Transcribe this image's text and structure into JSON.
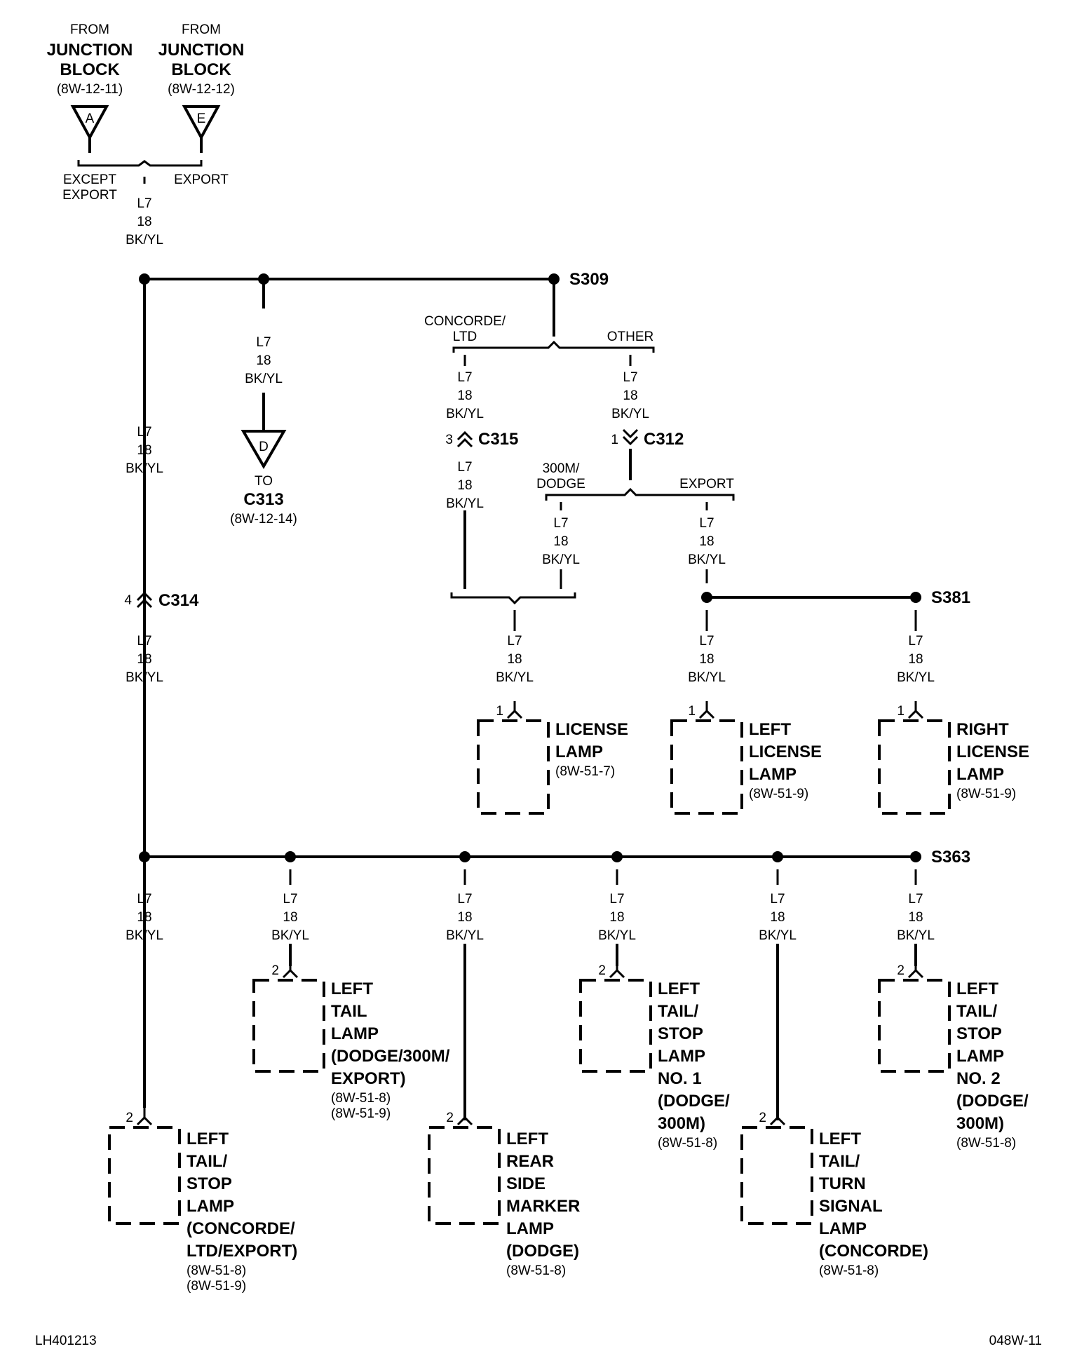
{
  "sources": [
    {
      "from": "FROM",
      "name1": "JUNCTION",
      "name2": "BLOCK",
      "ref": "(8W-12-11)",
      "letter": "A",
      "branch": "EXCEPT\nEXPORT"
    },
    {
      "from": "FROM",
      "name1": "JUNCTION",
      "name2": "BLOCK",
      "ref": "(8W-12-12)",
      "letter": "E",
      "branch": "EXPORT"
    }
  ],
  "wire": {
    "circuit": "L7",
    "gauge": "18",
    "color": "BK/YL"
  },
  "splices": {
    "s309": "S309",
    "s381": "S381",
    "s363": "S363"
  },
  "connectors": {
    "c313": {
      "letter": "D",
      "to": "TO",
      "name": "C313",
      "ref": "(8W-12-14)"
    },
    "c315": {
      "pin": "3",
      "name": "C315"
    },
    "c312": {
      "pin": "1",
      "name": "C312"
    },
    "c314": {
      "pin": "4",
      "name": "C314"
    }
  },
  "branches": {
    "concorde_ltd": "CONCORDE/\nLTD",
    "other": "OTHER",
    "dodge_300m": "300M/\nDODGE",
    "export": "EXPORT"
  },
  "components": [
    {
      "id": "license-lamp",
      "pin": "1",
      "label": "LICENSE\nLAMP",
      "refs": "(8W-51-7)"
    },
    {
      "id": "left-license-lamp",
      "pin": "1",
      "label": "LEFT\nLICENSE\nLAMP",
      "refs": "(8W-51-9)"
    },
    {
      "id": "right-license-lamp",
      "pin": "1",
      "label": "RIGHT\nLICENSE\nLAMP",
      "refs": "(8W-51-9)"
    },
    {
      "id": "left-tail-stop-concorde",
      "pin": "2",
      "label": "LEFT\nTAIL/\nSTOP\nLAMP\n(CONCORDE/\nLTD/EXPORT)",
      "refs": "(8W-51-8)\n(8W-51-9)"
    },
    {
      "id": "left-tail-lamp",
      "pin": "2",
      "label": "LEFT\nTAIL\nLAMP\n(DODGE/300M/\nEXPORT)",
      "refs": "(8W-51-8)\n(8W-51-9)"
    },
    {
      "id": "left-rear-side-marker",
      "pin": "2",
      "label": "LEFT\nREAR\nSIDE\nMARKER\nLAMP\n(DODGE)",
      "refs": "(8W-51-8)"
    },
    {
      "id": "left-tail-stop-no1",
      "pin": "2",
      "label": "LEFT\nTAIL/\nSTOP\nLAMP\nNO. 1\n(DODGE/\n300M)",
      "refs": "(8W-51-8)"
    },
    {
      "id": "left-tail-turn",
      "pin": "2",
      "label": "LEFT\nTAIL/\nTURN\nSIGNAL\nLAMP\n(CONCORDE)",
      "refs": "(8W-51-8)"
    },
    {
      "id": "left-tail-stop-no2",
      "pin": "2",
      "label": "LEFT\nTAIL/\nSTOP\nLAMP\nNO. 2\n(DODGE/\n300M)",
      "refs": "(8W-51-8)"
    }
  ],
  "footer": {
    "left": "LH401213",
    "right": "048W-11"
  }
}
